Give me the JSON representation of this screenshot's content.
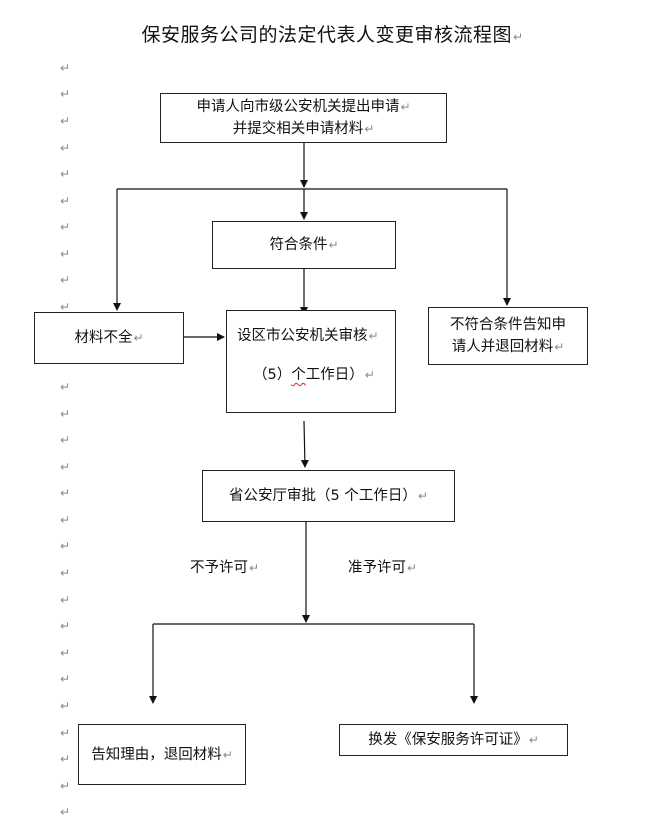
{
  "title": "保安服务公司的法定代表人变更审核流程图",
  "return_mark": "↵",
  "nodes": {
    "apply": {
      "line1": "申请人向市级公安机关提出申请",
      "line2": "并提交相关申请材料"
    },
    "qualified": {
      "text": "符合条件"
    },
    "incomplete": {
      "text": "材料不全"
    },
    "unqualified": {
      "line1": "不符合条件告知申",
      "line2": "请人并退回材料"
    },
    "city_review": {
      "line1": "设区市公安机关审核",
      "line2_pre": "（5）",
      "line2_squiggle": "个",
      "line2_post": "工作日）"
    },
    "province": {
      "text": "省公安厅审批（5 个工作日）"
    },
    "reject": {
      "text": "告知理由，退回材料"
    },
    "issue": {
      "text": "换发《保安服务许可证》"
    }
  },
  "labels": {
    "deny": "不予许可",
    "grant": "准予许可"
  }
}
